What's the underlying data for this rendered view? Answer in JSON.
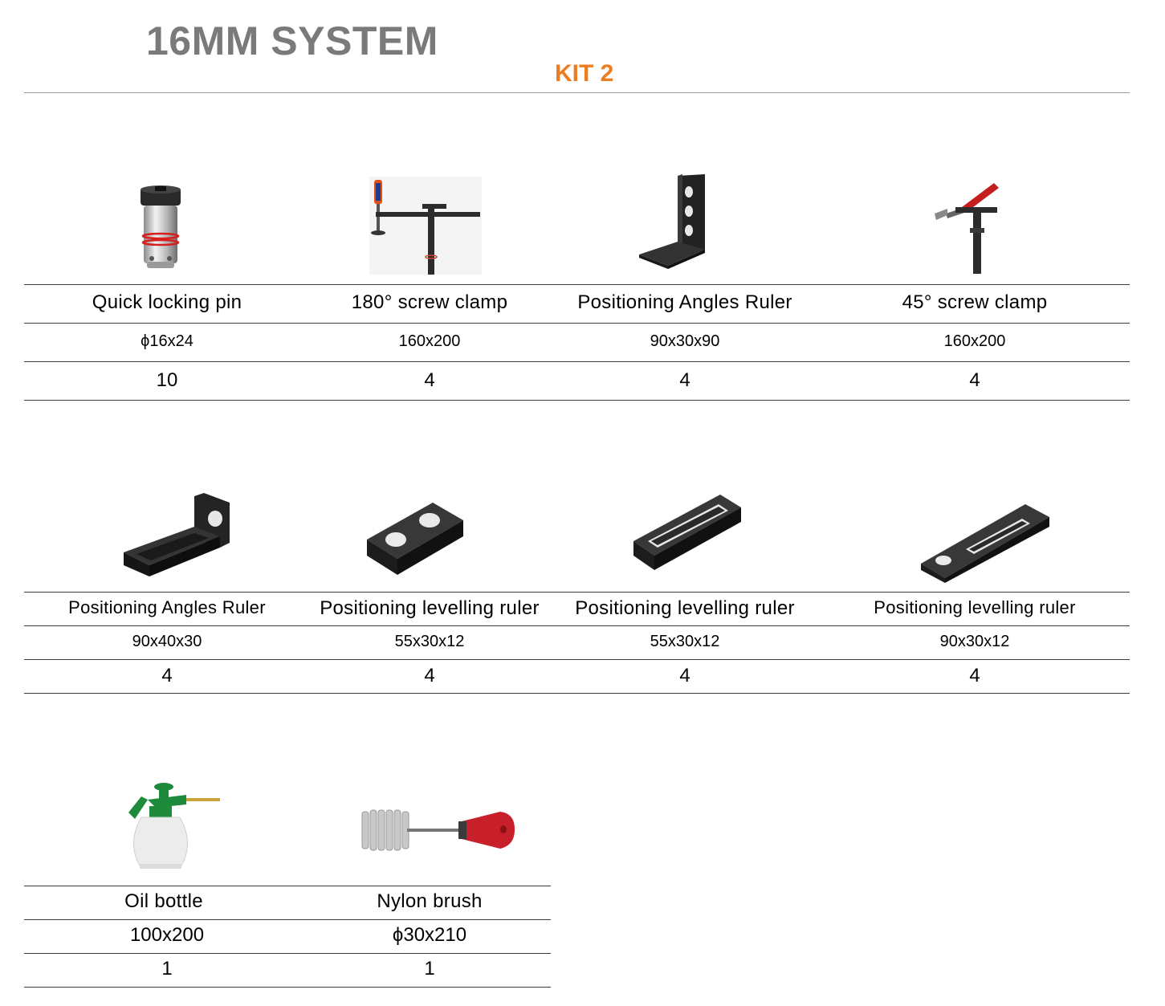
{
  "header": {
    "title": "16MM SYSTEM",
    "subtitle": "KIT 2"
  },
  "colors": {
    "title": "#7a7a7a",
    "accent": "#ee7d21",
    "rule": "#3a3a3a"
  },
  "products": [
    {
      "icon": "quick-locking-pin",
      "name": "Quick locking pin",
      "size": "ϕ16x24",
      "qty": "10"
    },
    {
      "icon": "screw-clamp-180",
      "name": "180° screw clamp",
      "size": "160x200",
      "qty": "4"
    },
    {
      "icon": "angle-ruler-tall",
      "name": "Positioning Angles Ruler",
      "size": "90x30x90",
      "qty": "4"
    },
    {
      "icon": "screw-clamp-45",
      "name": "45° screw clamp",
      "size": "160x200",
      "qty": "4"
    },
    {
      "icon": "angle-ruler-flat",
      "name": "Positioning Angles Ruler",
      "size": "90x40x30",
      "qty": "4"
    },
    {
      "icon": "levelling-ruler-holes",
      "name": "Positioning levelling ruler",
      "size": "55x30x12",
      "qty": "4"
    },
    {
      "icon": "levelling-ruler-slot",
      "name": "Positioning levelling ruler",
      "size": "55x30x12",
      "qty": "4"
    },
    {
      "icon": "levelling-ruler-hole-slot",
      "name": "Positioning levelling ruler",
      "size": "90x30x12",
      "qty": "4"
    },
    {
      "icon": "oil-bottle",
      "name": "Oil bottle",
      "size": "100x200",
      "qty": "1"
    },
    {
      "icon": "nylon-brush",
      "name": "Nylon brush",
      "size": "ϕ30x210",
      "qty": "1"
    }
  ]
}
